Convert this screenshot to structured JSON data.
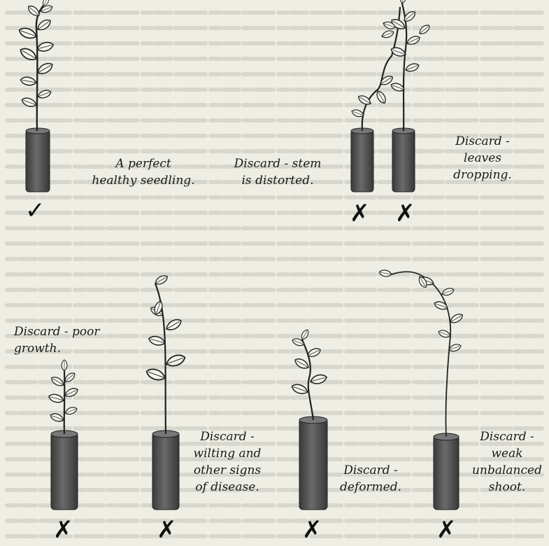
{
  "figure": {
    "colors": {
      "background": "#eeeee4",
      "tube": "#4e4e4e",
      "ink": "#151515",
      "faint_text": "#b8b8ae"
    },
    "panels": [
      {
        "id": "perfect",
        "caption": [
          "A perfect",
          "healthy seedling."
        ],
        "mark": "✓",
        "verdict": "accept"
      },
      {
        "id": "stem-distorted",
        "caption": [
          "Discard - stem",
          "is distorted."
        ],
        "mark": "✗",
        "verdict": "discard"
      },
      {
        "id": "leaves-dropping",
        "caption": [
          "Discard -",
          "leaves",
          "dropping."
        ],
        "mark": "✗",
        "verdict": "discard"
      },
      {
        "id": "poor-growth",
        "caption": [
          "Discard - poor",
          "growth."
        ],
        "mark": "✗",
        "verdict": "discard"
      },
      {
        "id": "wilting-disease",
        "caption": [
          "Discard -",
          "wilting and",
          "other signs",
          "of disease."
        ],
        "mark": "✗",
        "verdict": "discard"
      },
      {
        "id": "deformed",
        "caption": [
          "Discard -",
          "deformed."
        ],
        "mark": "✗",
        "verdict": "discard"
      },
      {
        "id": "weak-shoot",
        "caption": [
          "Discard -",
          "weak",
          "unbalanced",
          "shoot."
        ],
        "mark": "✗",
        "verdict": "discard"
      }
    ],
    "extra_marks": [
      "✗"
    ]
  }
}
